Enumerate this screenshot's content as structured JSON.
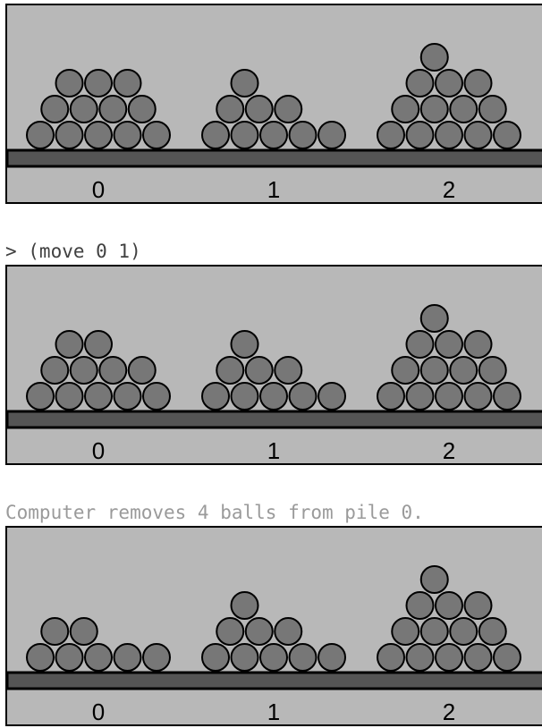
{
  "colors": {
    "background": "#b8b8b8",
    "shelf": "#555555",
    "ball": "#777777",
    "outline": "#000000",
    "prompt_text": "#404040",
    "message_text": "#9a9a9a"
  },
  "boards": [
    {
      "piles": [
        {
          "label": "0",
          "rows": [
            5,
            4,
            3
          ]
        },
        {
          "label": "1",
          "rows": [
            5,
            3,
            1
          ]
        },
        {
          "label": "2",
          "rows": [
            5,
            4,
            3,
            1
          ]
        }
      ]
    },
    {
      "piles": [
        {
          "label": "0",
          "rows": [
            5,
            4,
            2
          ]
        },
        {
          "label": "1",
          "rows": [
            5,
            3,
            1
          ]
        },
        {
          "label": "2",
          "rows": [
            5,
            4,
            3,
            1
          ]
        }
      ]
    },
    {
      "piles": [
        {
          "label": "0",
          "rows": [
            5,
            2
          ]
        },
        {
          "label": "1",
          "rows": [
            5,
            3,
            1
          ]
        },
        {
          "label": "2",
          "rows": [
            5,
            4,
            3,
            1
          ]
        }
      ]
    }
  ],
  "console": {
    "command": "> (move 0 1)",
    "computer_message": "Computer removes 4 balls from pile 0."
  }
}
